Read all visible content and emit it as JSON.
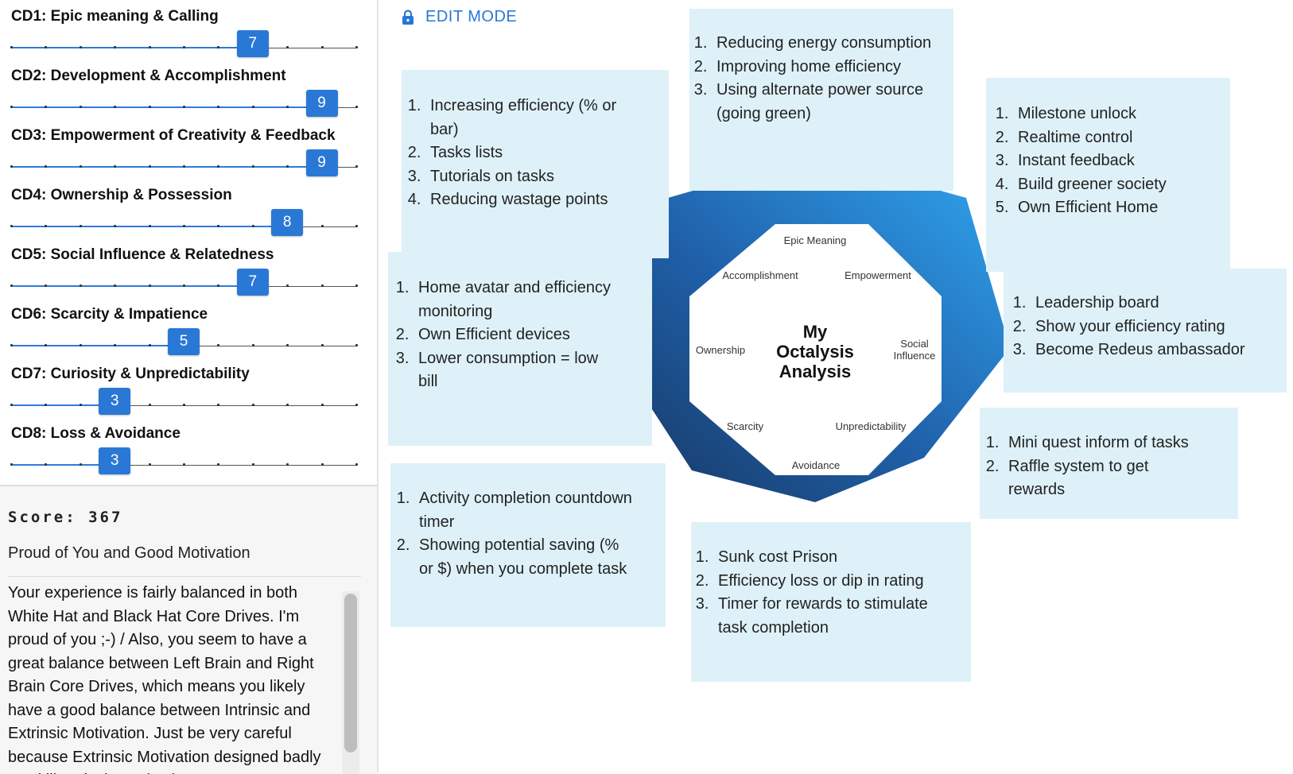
{
  "drives": [
    {
      "label": "CD1: Epic meaning & Calling",
      "value": 7
    },
    {
      "label": "CD2: Development & Accomplishment",
      "value": 9
    },
    {
      "label": "CD3: Empowerment of Creativity & Feedback",
      "value": 9
    },
    {
      "label": "CD4: Ownership & Possession",
      "value": 8
    },
    {
      "label": "CD5: Social Influence & Relatedness",
      "value": 7
    },
    {
      "label": "CD6: Scarcity & Impatience",
      "value": 5
    },
    {
      "label": "CD7: Curiosity & Unpredictability",
      "value": 3
    },
    {
      "label": "CD8: Loss & Avoidance",
      "value": 3
    }
  ],
  "slider_max": 10,
  "score": {
    "label": "Score: 367",
    "title": "Proud of You and Good Motivation",
    "description": "Your experience is fairly balanced in both White Hat and Black Hat Core Drives. I'm proud of you ;-) / Also, you seem to have a great balance between Left Brain and Right Brain Core Drives, which means you likely have a good balance between Intrinsic and Extrinsic Motivation. Just be very careful because Extrinsic Motivation designed badly can kill Intrinsic Motivation."
  },
  "toolbar": {
    "edit_mode": "EDIT MODE",
    "lock_icon": "lock-icon"
  },
  "octagon": {
    "title_lines": [
      "My",
      "Octalysis",
      "Analysis"
    ],
    "labels": {
      "epic": "Epic Meaning",
      "accomplishment": "Accomplishment",
      "empowerment": "Empowerment",
      "ownership": "Ownership",
      "social": "Social\nInfluence",
      "scarcity": "Scarcity",
      "unpredictability": "Unpredictability",
      "avoidance": "Avoidance"
    }
  },
  "notes": {
    "epic": [
      "Reducing energy consumption",
      "Improving home efficiency",
      "Using alternate power source (going green)"
    ],
    "accomplishment": [
      "Increasing efficiency (% or bar)",
      "Tasks lists",
      "Tutorials on tasks",
      "Reducing wastage points"
    ],
    "empowerment": [
      "Milestone unlock",
      "Realtime control",
      "Instant feedback",
      "Build greener society",
      "Own Efficient Home"
    ],
    "ownership": [
      "Home avatar and efficiency monitoring",
      "Own Efficient devices",
      "Lower consumption = low bill"
    ],
    "social": [
      "Leadership board",
      "Show your efficiency rating",
      "Become Redeus ambassador"
    ],
    "scarcity": [
      "Activity completion countdown timer",
      "Showing potential saving (% or $) when you complete task"
    ],
    "unpredictability": [
      "Mini quest inform of tasks",
      "Raffle system to get rewards"
    ],
    "avoidance": [
      "Sunk cost Prison",
      "Efficiency loss or dip in rating",
      "Timer for rewards to stimulate task completion"
    ]
  },
  "colors": {
    "accent": "#2a78d6",
    "note_bg": "#def1f8",
    "oct_dark": "#1c3f72",
    "oct_light": "#2ea3ee"
  }
}
